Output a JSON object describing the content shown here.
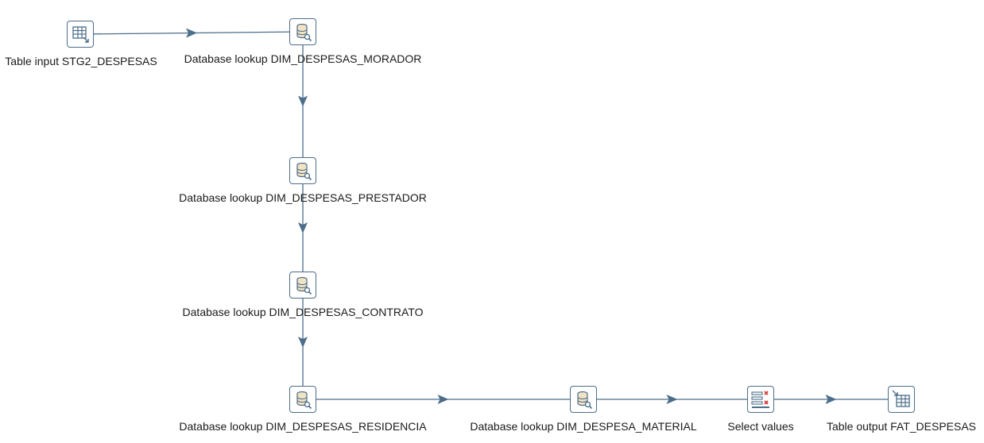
{
  "steps": [
    {
      "id": "table-input",
      "label": "Table input STG2_DESPESAS",
      "icon": "table-input-icon"
    },
    {
      "id": "lookup-morador",
      "label": "Database lookup DIM_DESPESAS_MORADOR",
      "icon": "database-lookup-icon"
    },
    {
      "id": "lookup-prestador",
      "label": "Database lookup DIM_DESPESAS_PRESTADOR",
      "icon": "database-lookup-icon"
    },
    {
      "id": "lookup-contrato",
      "label": "Database lookup DIM_DESPESAS_CONTRATO",
      "icon": "database-lookup-icon"
    },
    {
      "id": "lookup-residencia",
      "label": "Database lookup DIM_DESPESAS_RESIDENCIA",
      "icon": "database-lookup-icon"
    },
    {
      "id": "lookup-material",
      "label": "Database lookup DIM_DESPESA_MATERIAL",
      "icon": "database-lookup-icon"
    },
    {
      "id": "select-values",
      "label": "Select values",
      "icon": "select-values-icon"
    },
    {
      "id": "table-output",
      "label": "Table output FAT_DESPESAS",
      "icon": "table-output-icon"
    }
  ],
  "hops": [
    {
      "from": "table-input",
      "to": "lookup-morador"
    },
    {
      "from": "lookup-morador",
      "to": "lookup-prestador"
    },
    {
      "from": "lookup-prestador",
      "to": "lookup-contrato"
    },
    {
      "from": "lookup-contrato",
      "to": "lookup-residencia"
    },
    {
      "from": "lookup-residencia",
      "to": "lookup-material"
    },
    {
      "from": "lookup-material",
      "to": "select-values"
    },
    {
      "from": "select-values",
      "to": "table-output"
    }
  ],
  "colors": {
    "hop": "#4c6e8a",
    "icon_stroke": "#4c6e8a",
    "icon_fill_db": "#f1e3c4",
    "icon_red": "#d23030"
  }
}
